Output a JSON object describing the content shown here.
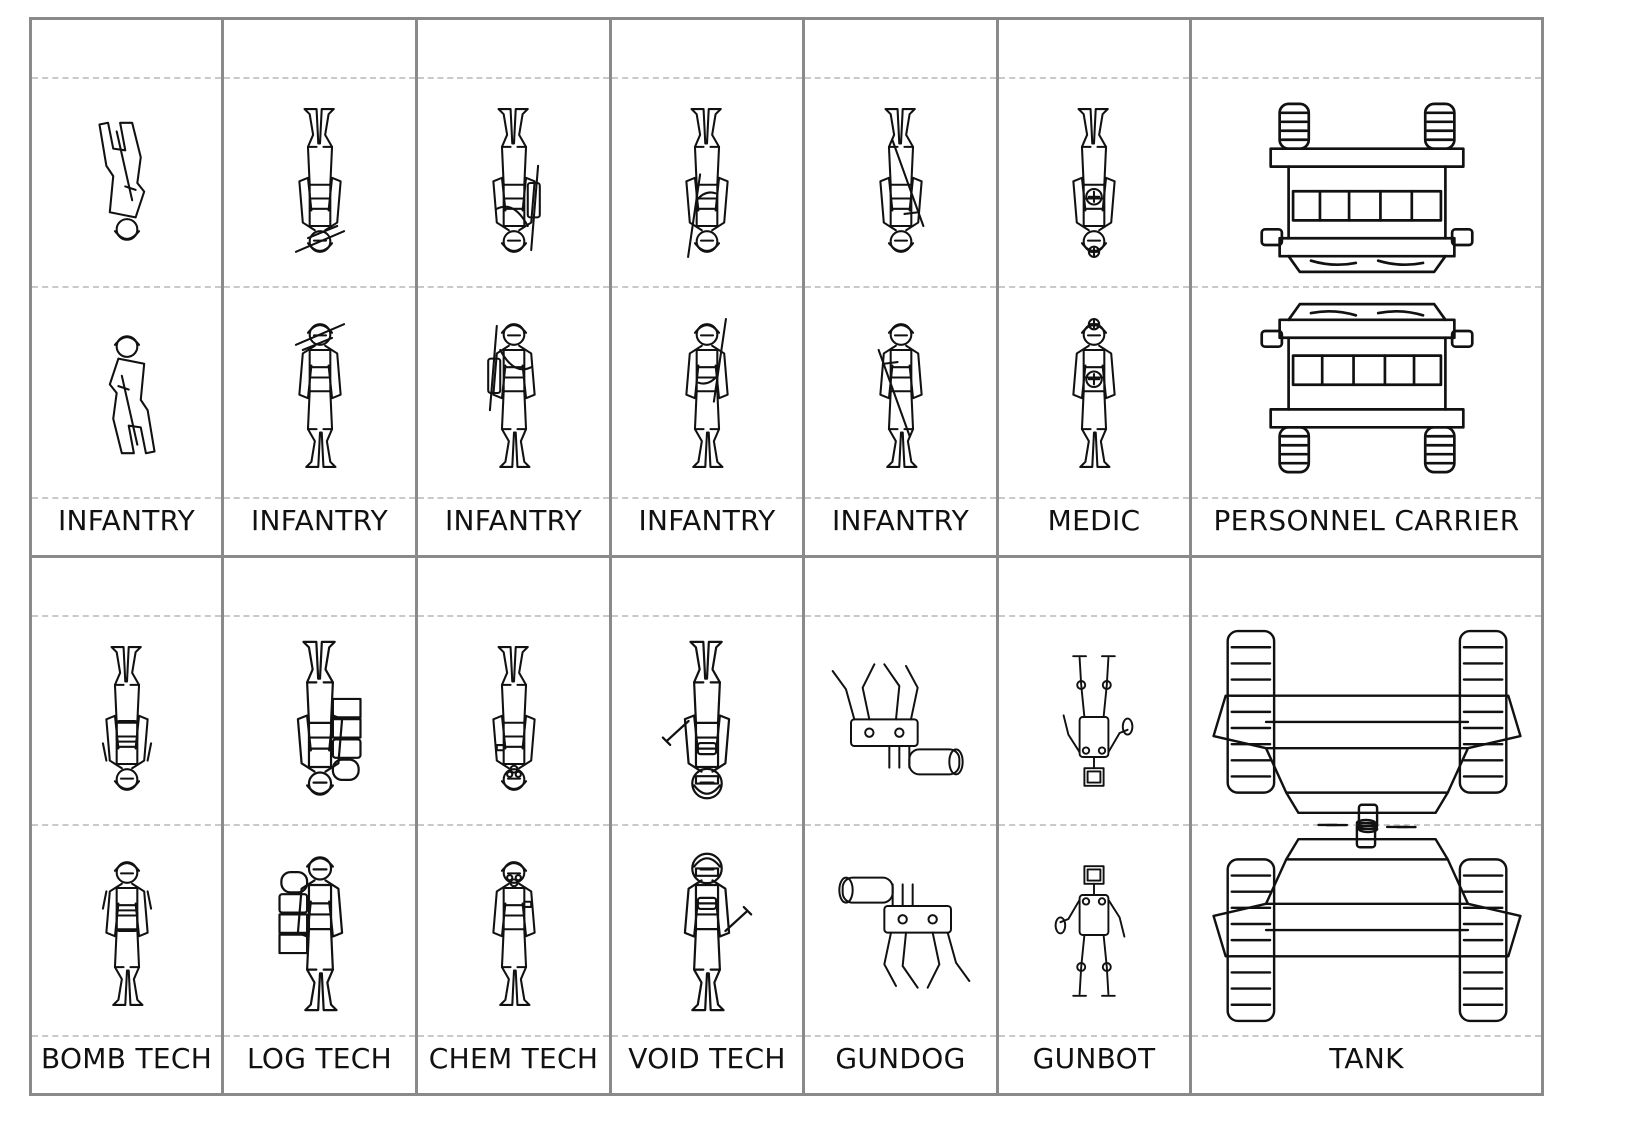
{
  "palette": {
    "line": "#111111",
    "grid": "#8a8a8a",
    "fold": "#c9c9c9"
  },
  "rows": [
    {
      "cards": [
        {
          "label": "INFANTRY",
          "icon": "infantry-crouching-icon"
        },
        {
          "label": "INFANTRY",
          "icon": "infantry-aiming-icon"
        },
        {
          "label": "INFANTRY",
          "icon": "infantry-rifle-slung-icon"
        },
        {
          "label": "INFANTRY",
          "icon": "infantry-standing-icon"
        },
        {
          "label": "INFANTRY",
          "icon": "infantry-rifle-ready-icon"
        },
        {
          "label": "MEDIC",
          "icon": "medic-icon"
        },
        {
          "label": "PERSONNEL CARRIER",
          "icon": "personnel-carrier-icon"
        }
      ]
    },
    {
      "cards": [
        {
          "label": "BOMB TECH",
          "icon": "bomb-tech-icon"
        },
        {
          "label": "LOG TECH",
          "icon": "log-tech-icon"
        },
        {
          "label": "CHEM TECH",
          "icon": "chem-tech-icon"
        },
        {
          "label": "VOID TECH",
          "icon": "void-tech-icon"
        },
        {
          "label": "GUNDOG",
          "icon": "gundog-icon"
        },
        {
          "label": "GUNBOT",
          "icon": "gunbot-icon"
        },
        {
          "label": "TANK",
          "icon": "tank-icon"
        }
      ]
    }
  ]
}
